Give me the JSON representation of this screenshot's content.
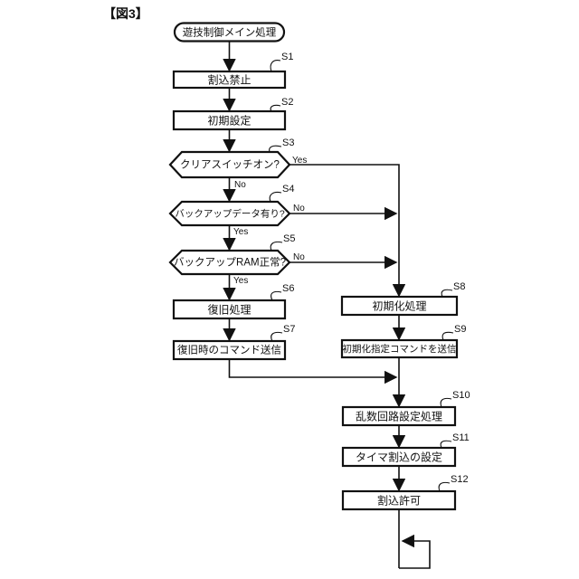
{
  "figure_label": "【図3】",
  "fc": {
    "start_text": "遊技制御メイン処理",
    "yes_label": "Yes",
    "no_label": "No",
    "colors": {
      "line": "#111111",
      "background": "#ffffff"
    },
    "nodes": {
      "s1": {
        "label": "S1",
        "text": "割込禁止"
      },
      "s2": {
        "label": "S2",
        "text": "初期設定"
      },
      "s3": {
        "label": "S3",
        "text": "クリアスイッチオン?"
      },
      "s4": {
        "label": "S4",
        "text": "バックアップデータ有り?"
      },
      "s5": {
        "label": "S5",
        "text": "バックアップRAM正常?"
      },
      "s6": {
        "label": "S6",
        "text": "復旧処理"
      },
      "s7": {
        "label": "S7",
        "text": "復旧時のコマンド送信"
      },
      "s8": {
        "label": "S8",
        "text": "初期化処理"
      },
      "s9": {
        "label": "S9",
        "text": "初期化指定コマンドを送信"
      },
      "s10": {
        "label": "S10",
        "text": "乱数回路設定処理"
      },
      "s11": {
        "label": "S11",
        "text": "タイマ割込の設定"
      },
      "s12": {
        "label": "S12",
        "text": "割込許可"
      }
    }
  }
}
